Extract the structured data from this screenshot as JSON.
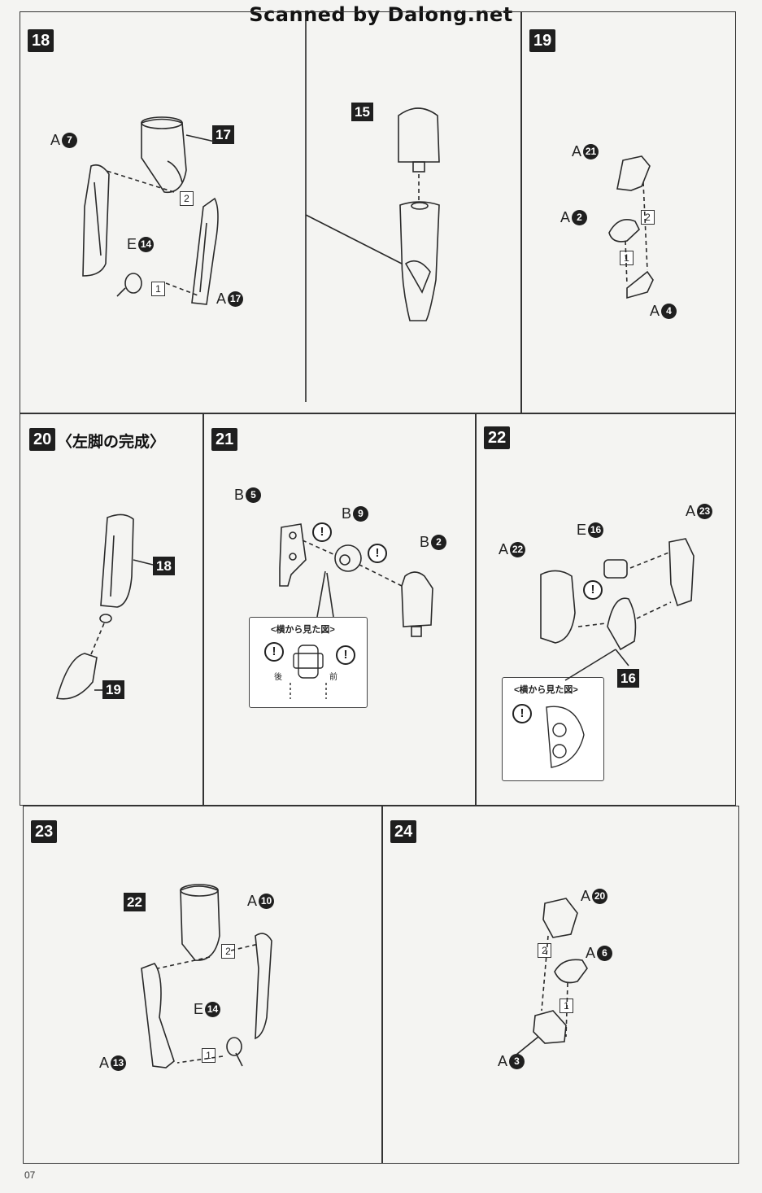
{
  "header": {
    "watermark": "Scanned by Dalong.net"
  },
  "page": {
    "number": "07"
  },
  "steps": {
    "s18": {
      "number": "18",
      "upper_leg_tag": "17",
      "leg_tag": "15",
      "thigh": {
        "runner": "A",
        "part": "7"
      },
      "knee": {
        "runner": "A",
        "part": "17"
      },
      "joint": {
        "runner": "E",
        "part": "14"
      },
      "order1": "1",
      "order2": "2"
    },
    "s19": {
      "number": "19",
      "toe": {
        "runner": "A",
        "part": "21"
      },
      "heel": {
        "runner": "A",
        "part": "2"
      },
      "base": {
        "runner": "A",
        "part": "4"
      },
      "order1": "1",
      "order2": "2"
    },
    "s20": {
      "number": "20",
      "title": "〈左脚の完成〉",
      "leg_tag": "18",
      "foot_tag": "19"
    },
    "s21": {
      "number": "21",
      "plate": {
        "runner": "B",
        "part": "5"
      },
      "ball": {
        "runner": "B",
        "part": "9"
      },
      "cap": {
        "runner": "B",
        "part": "2"
      },
      "inset_title": "<横から見た図>",
      "back_label": "後",
      "front_label": "前",
      "excl": "!"
    },
    "s22": {
      "number": "22",
      "shell": {
        "runner": "A",
        "part": "22"
      },
      "collar": {
        "runner": "E",
        "part": "16"
      },
      "frame": {
        "runner": "A",
        "part": "23"
      },
      "part_tag": "16",
      "inset_title": "<横から見た図>",
      "excl": "!"
    },
    "s23": {
      "number": "23",
      "leg_tag": "22",
      "thigh": {
        "runner": "A",
        "part": "10"
      },
      "knee": {
        "runner": "A",
        "part": "13"
      },
      "joint": {
        "runner": "E",
        "part": "14"
      },
      "order1": "1",
      "order2": "2"
    },
    "s24": {
      "number": "24",
      "toe": {
        "runner": "A",
        "part": "20"
      },
      "heel": {
        "runner": "A",
        "part": "6"
      },
      "base": {
        "runner": "A",
        "part": "3"
      },
      "order1": "1",
      "order2": "2"
    }
  }
}
